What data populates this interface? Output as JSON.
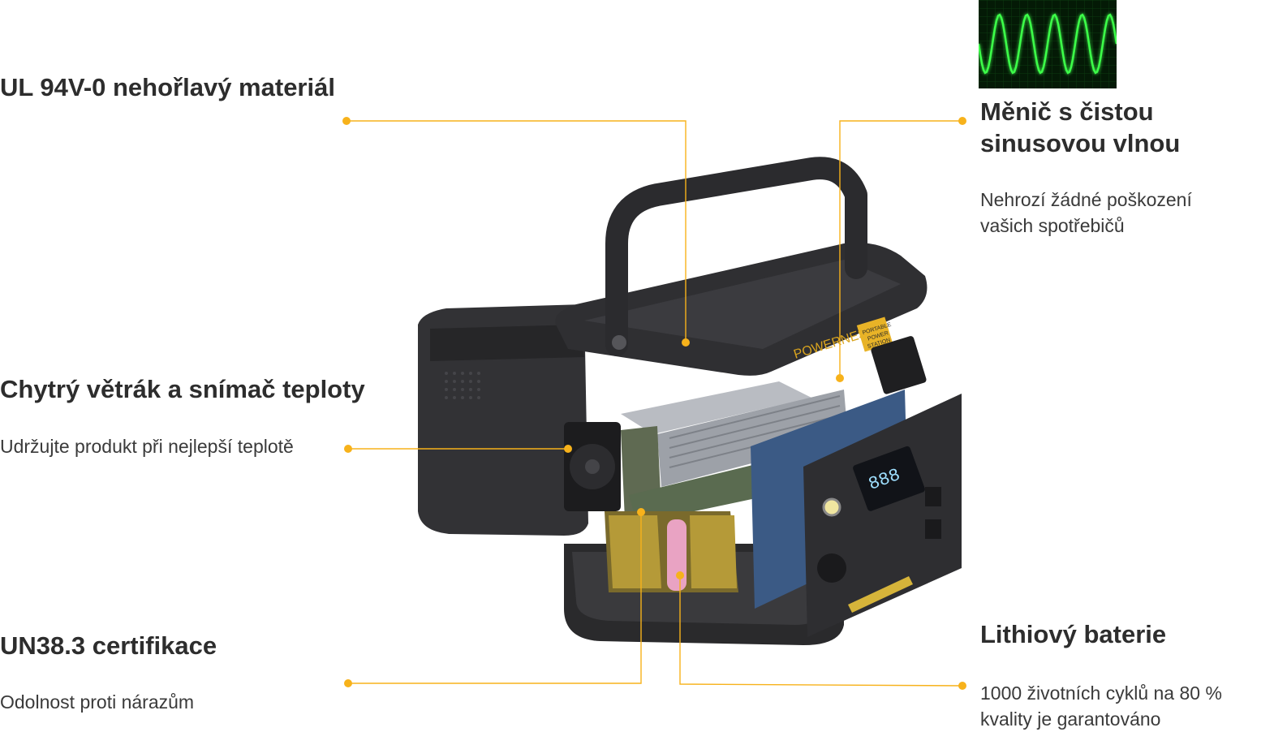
{
  "features": {
    "ul": {
      "title": "UL 94V-0 nehořlavý materiál"
    },
    "fan": {
      "title": "Chytrý větrák a snímač teploty",
      "description": "Udržujte produkt při nejlepší teplotě"
    },
    "un": {
      "title": "UN38.3 certifikace",
      "description": "Odolnost proti nárazům"
    },
    "inverter": {
      "title_line1": "Měnič s čistou",
      "title_line2": "sinusovou vlnou",
      "description_line1": "Nehrozí žádné poškození",
      "description_line2": "vašich spotřebičů"
    },
    "battery": {
      "title": "Lithiový baterie",
      "description_line1": "1000 životních cyklů na 80 %",
      "description_line2": "kvality je garantováno"
    }
  },
  "product": {
    "brand": "POWERNESS",
    "badge_line1": "PORTABLE",
    "badge_line2": "POWER",
    "badge_line3": "STATION",
    "display_digits": "888"
  },
  "colors": {
    "accent": "#f7b21b",
    "wave": "#3cff4a",
    "wave_bg": "#041a06"
  },
  "icons": [
    "sine-wave-icon"
  ]
}
